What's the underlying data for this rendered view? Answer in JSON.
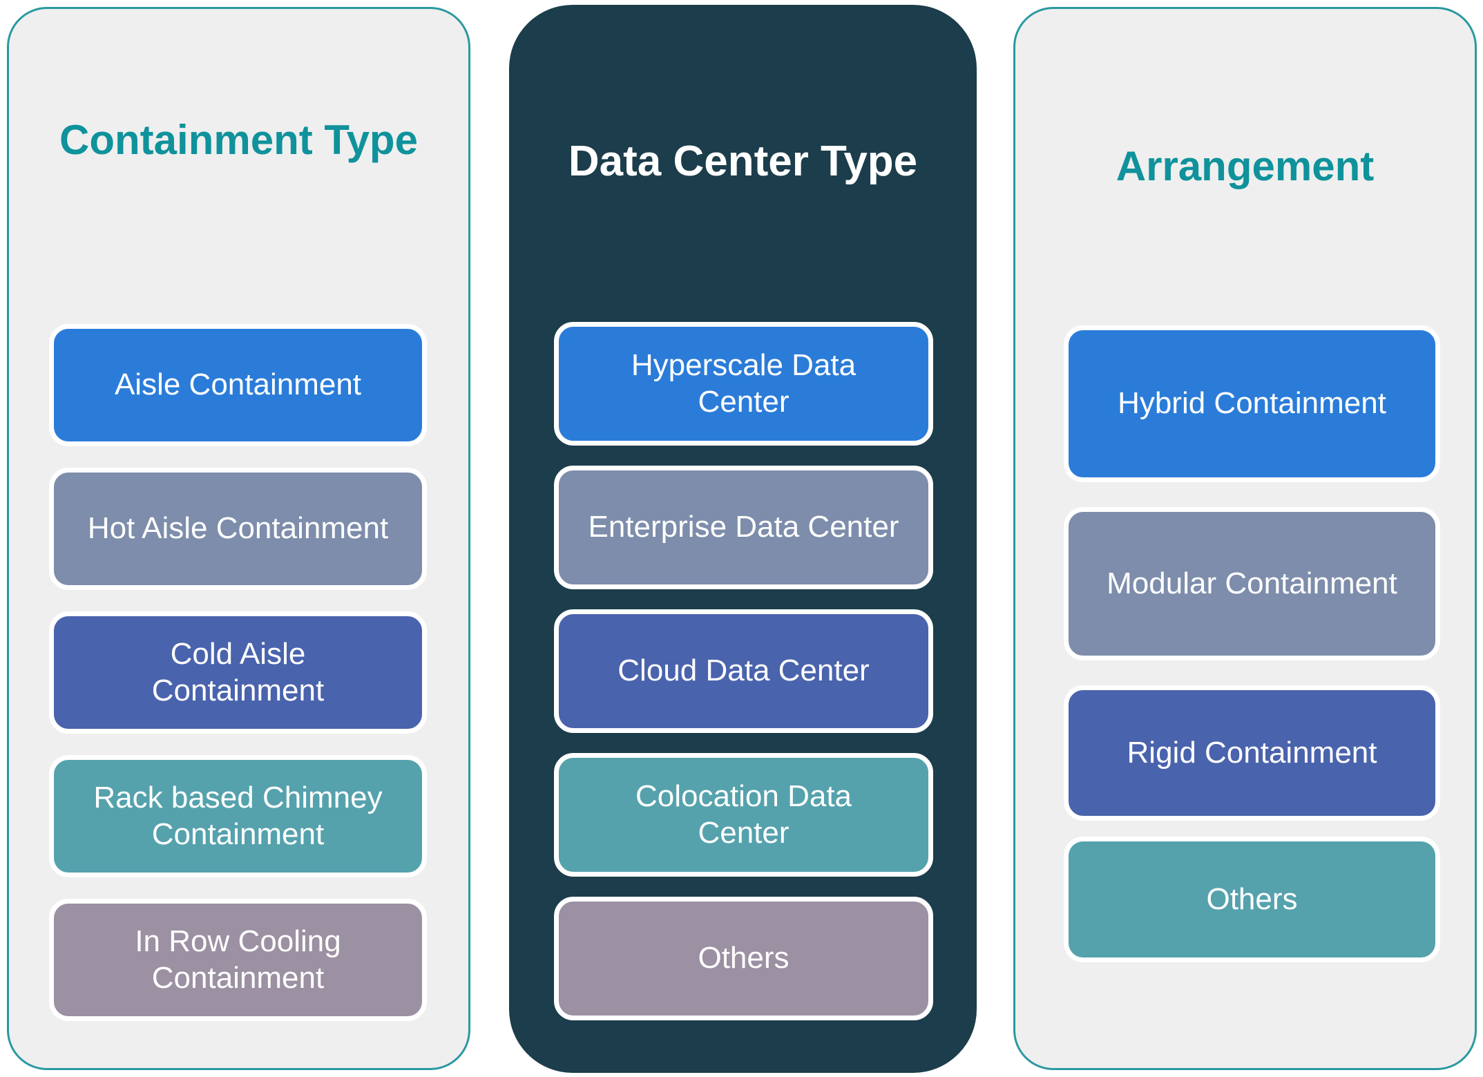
{
  "colors": {
    "page_bg": "#ffffff",
    "panel_light_bg": "#efefef",
    "panel_border": "#2a99a1",
    "panel_dark_bg": "#1c3d4b",
    "title_teal": "#0f929b",
    "title_on_dark": "#ffffff",
    "box_text": "#ffffff",
    "box_outline": "#ffffff",
    "box_blue": "#2b7cd9",
    "box_gray_blue": "#7d8dab",
    "box_indigo": "#4a63ad",
    "box_teal": "#55a2ad",
    "box_gray_purple": "#9b91a2"
  },
  "columns": [
    {
      "title": "Containment Type",
      "boxes": [
        {
          "label": "Aisle Containment",
          "color": "#2b7cd9"
        },
        {
          "label": "Hot Aisle Containment",
          "color": "#7d8dab"
        },
        {
          "label": "Cold Aisle\nContainment",
          "color": "#4a63ad"
        },
        {
          "label": "Rack based Chimney\nContainment",
          "color": "#55a2ad"
        },
        {
          "label": "In Row Cooling\nContainment",
          "color": "#9b91a2"
        }
      ]
    },
    {
      "title": "Data Center Type",
      "boxes": [
        {
          "label": "Hyperscale Data\nCenter",
          "color": "#2b7cd9"
        },
        {
          "label": "Enterprise Data Center",
          "color": "#7d8dab"
        },
        {
          "label": "Cloud Data Center",
          "color": "#4a63ad"
        },
        {
          "label": "Colocation Data\nCenter",
          "color": "#55a2ad"
        },
        {
          "label": "Others",
          "color": "#9b91a2"
        }
      ]
    },
    {
      "title": "Arrangement",
      "boxes": [
        {
          "label": "Hybrid Containment",
          "color": "#2b7cd9"
        },
        {
          "label": "Modular Containment",
          "color": "#7d8dab"
        },
        {
          "label": "Rigid Containment",
          "color": "#4a63ad"
        },
        {
          "label": "Others",
          "color": "#55a2ad"
        }
      ]
    }
  ]
}
